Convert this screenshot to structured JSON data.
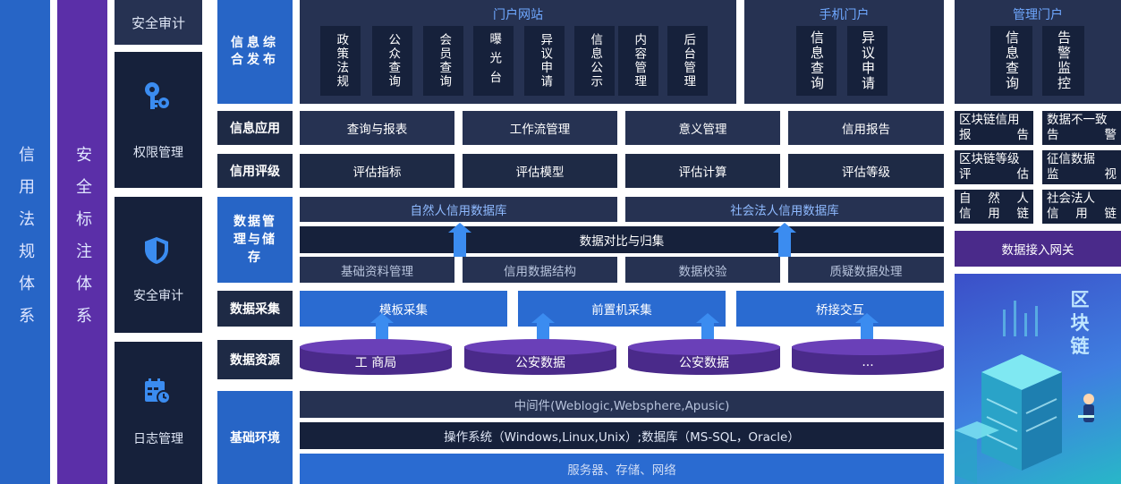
{
  "left_columns": {
    "legal": "信用法规体系",
    "security": "安全标注体系"
  },
  "side_panels": {
    "audit_top": "安全审计",
    "permission": "权限管理",
    "security_audit": "安全审计",
    "log": "日志管理"
  },
  "row_labels": {
    "info_publish": "信息综合发布",
    "info_app": "信息应用",
    "credit_rating": "信用评级",
    "data_mgmt": "数据管理与储存",
    "data_collect": "数据采集",
    "data_source": "数据资源",
    "base_env": "基础环境"
  },
  "portal": {
    "title": "门户网站",
    "items": [
      "政策法规",
      "公众查询",
      "会员查询",
      "曝光台",
      "异议申请",
      "信息公示",
      "内容管理",
      "后台管理"
    ]
  },
  "mobile": {
    "title": "手机门户",
    "items": [
      "信息查询",
      "异议申请"
    ]
  },
  "mgmt": {
    "title": "管理门户",
    "items": [
      "信息查询",
      "告警监控"
    ]
  },
  "info_app": [
    "查询与报表",
    "工作流管理",
    "意义管理",
    "信用报告"
  ],
  "credit_rating": [
    "评估指标",
    "评估模型",
    "评估计算",
    "评估等级"
  ],
  "data_mgmt": {
    "natural": "自然人信用数据库",
    "legal": "社会法人信用数据库",
    "compare": "数据对比与归集",
    "subs": [
      "基础资料管理",
      "信用数据结构",
      "数据校验",
      "质疑数据处理"
    ]
  },
  "data_collect": [
    "模板采集",
    "前置机采集",
    "桥接交互"
  ],
  "data_source": [
    "工 商局",
    "公安数据",
    "公安数据",
    "..."
  ],
  "base_env": {
    "middleware": "中间件(Weblogic,Websphere,Apusic)",
    "os": "操作系统（Windows,Linux,Unix）;数据库（MS-SQL，Oracle）",
    "hw": "服务器、存储、网络"
  },
  "blockchain_panel": {
    "items": [
      [
        "区块链信用",
        "报",
        "告"
      ],
      [
        "数据不一致",
        "告",
        "警"
      ],
      [
        "区块链等级",
        "评",
        "估"
      ],
      [
        "征信数据",
        "监",
        "视"
      ],
      [
        "自",
        "然",
        "人",
        "信",
        "用",
        "链"
      ],
      [
        "社会法人",
        "信",
        "用",
        "链"
      ]
    ],
    "gateway": "数据接入网关",
    "image_title": "区块链"
  }
}
